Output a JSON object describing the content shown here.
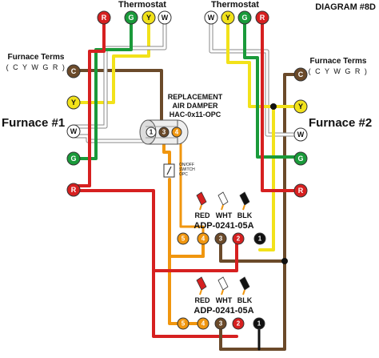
{
  "header": {
    "diagram_label": "DIAGRAM #8D"
  },
  "thermostat_left": {
    "title": "Thermostat",
    "terminals": [
      "R",
      "G",
      "Y",
      "W"
    ]
  },
  "thermostat_right": {
    "title": "Thermostat",
    "terminals": [
      "W",
      "Y",
      "G",
      "R"
    ]
  },
  "furnace_left": {
    "name": "Furnace #1",
    "terms_title": "Furnace Terms",
    "terms_order": "( C Y W G R )",
    "terminals": [
      "C",
      "Y",
      "W",
      "G",
      "R"
    ]
  },
  "furnace_right": {
    "name": "Furnace #2",
    "terms_title": "Furnace Terms",
    "terms_order": "( C Y W G R )",
    "terminals": [
      "C",
      "Y",
      "W",
      "G",
      "R"
    ]
  },
  "damper": {
    "title_line1": "REPLACEMENT",
    "title_line2": "AIR DAMPER",
    "model": "HAC-0x11-OPC",
    "terminals": [
      "1",
      "3",
      "4"
    ]
  },
  "switch": {
    "line1": "ON/OFF",
    "line2": "SWITCH",
    "line3": "OPC"
  },
  "relay_top": {
    "label_red": "RED",
    "label_wht": "WHT",
    "label_blk": "BLK",
    "model": "ADP-0241-05A",
    "terminals": [
      "5",
      "4",
      "3",
      "2",
      "1"
    ]
  },
  "relay_bottom": {
    "label_red": "RED",
    "label_wht": "WHT",
    "label_blk": "BLK",
    "model": "ADP-0241-05A",
    "terminals": [
      "5",
      "4",
      "3",
      "2",
      "1"
    ]
  },
  "colors": {
    "red": "#d62020",
    "green": "#1a9a3a",
    "yellow": "#f2e21a",
    "white": "#ffffff",
    "brown": "#6b4a2a",
    "orange": "#f0960f",
    "black": "#111111"
  }
}
